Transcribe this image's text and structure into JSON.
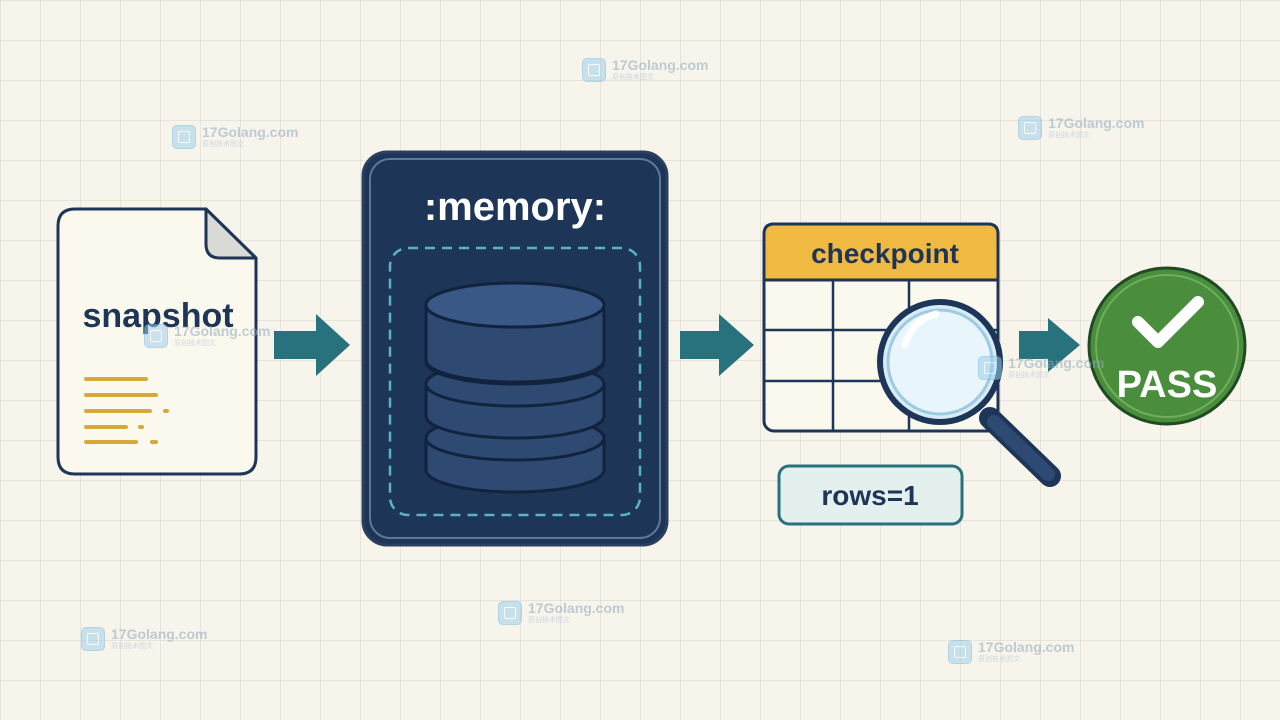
{
  "snapshot": {
    "label": "snapshot"
  },
  "memory": {
    "label": ":memory:"
  },
  "checkpoint": {
    "label": "checkpoint"
  },
  "rows_badge": {
    "label": "rows=1"
  },
  "pass": {
    "label": "PASS"
  },
  "watermark": {
    "text": "17Golang.com",
    "subtext": "原创技术图文"
  },
  "colors": {
    "navy": "#1d3557",
    "db_blue": "#2f4a72",
    "teal": "#27727c",
    "gold": "#d8a83c",
    "checkpoint_header": "#f0b942",
    "pass_green": "#4a8e3d",
    "badge_bg": "#e3f0ee",
    "paper": "#fbf8ee"
  },
  "icons": [
    "document-icon",
    "database-icon",
    "table-icon",
    "magnifier-icon",
    "checkmark-icon",
    "arrow-right-icon"
  ]
}
